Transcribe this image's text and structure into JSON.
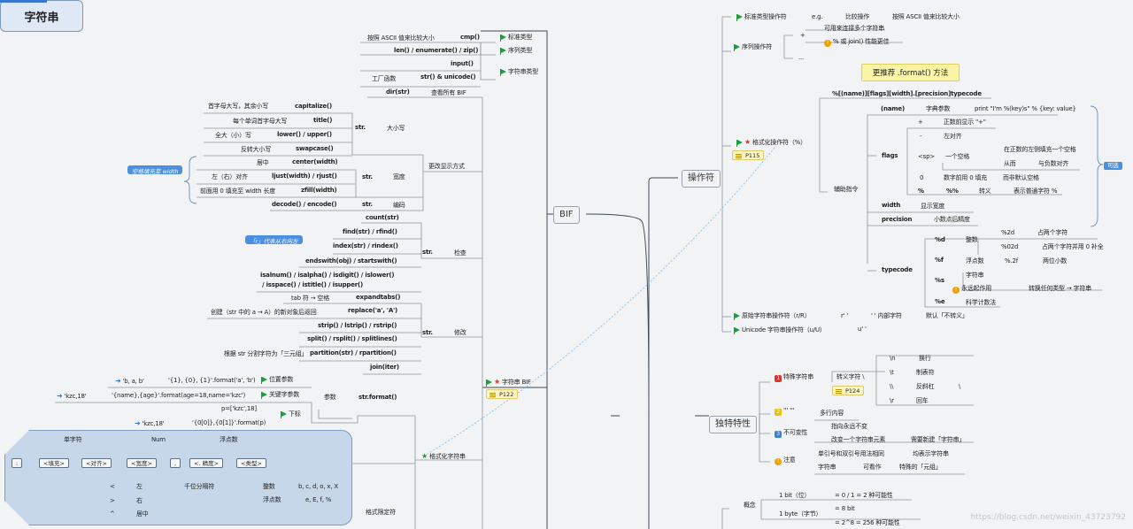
{
  "root": {
    "label": "字符串"
  },
  "bif": {
    "label": "BIF",
    "types": {
      "standard": "标准类型",
      "sequence": "序列类型",
      "string": "字符串类型",
      "cmp": "cmp()",
      "cmp_desc": "按照 ASCII 值来比较大小",
      "len": "len() / enumerate() / zip()",
      "input": "input()",
      "str_unicode": "str() & unicode()",
      "factory": "工厂函数",
      "dir": "dir(str)",
      "dir_desc": "查看所有 BIF"
    },
    "case": {
      "group": "大小写",
      "prefix": "str.",
      "capitalize": "capitalize()",
      "capitalize_desc": "首字母大写，其余小写",
      "title": "title()",
      "title_desc": "每个单词首字母大写",
      "lowerupper": "lower() / upper()",
      "lowerupper_desc": "全大（小）写",
      "swapcase": "swapcase()",
      "swapcase_desc": "反转大小写"
    },
    "width": {
      "group": "宽度",
      "prefix": "str.",
      "center": "center(width)",
      "center_desc": "居中",
      "just": "ljust(width) / rjust()",
      "just_desc": "左（右）对齐",
      "zfill": "zfill(width)",
      "zfill_desc": "前面用 0 填充至 width 长度",
      "callout": "空格填充至 width"
    },
    "encoding": {
      "group": "编码",
      "prefix": "str.",
      "decode": "decode() / encode()"
    },
    "display_group": "更改显示方式",
    "check": {
      "group": "检查",
      "prefix": "str.",
      "count": "count(str)",
      "find": "find(str) / rfind()",
      "index": "index(str) / rindex()",
      "ends": "endswith(obj) / startswith()",
      "isalnum": "isalnum() / isalpha() / isdigit() / islower()",
      "isspace": "/ isspace() / istitle() / isupper()",
      "callout": "「r」代表从右向左"
    },
    "modify": {
      "group": "修改",
      "prefix": "str.",
      "expandtabs": "expandtabs()",
      "expandtabs_desc": "tab 符 → 空格",
      "replace": "replace('a', 'A')",
      "replace_desc": "创建（str 中的 a → A）的新对象后返回",
      "strip": "strip() / lstrip() / rstrip()",
      "split": "split() / rsplit() / splitlines()",
      "partition": "partition(str) / rpartition()",
      "partition_desc": "根据 str 分割字符为「三元组」",
      "join": "join(iter)"
    },
    "string_bif": {
      "label": "字符串 BIF",
      "page": "P122"
    },
    "format": {
      "method": "str.format()",
      "params": "参数",
      "positional": "位置参数",
      "positional_ex1": "'b, a, b'",
      "positional_ex2": "'{1}, {0}, {1}'.format('a', 'b')",
      "keyword": "关键字参数",
      "keyword_ex1": "'kzc,18'",
      "keyword_ex2": "'{name},{age}'.format(age=18,name='kzc')",
      "subscript": "下标",
      "subscript_ex0": "p=['kzc',18]",
      "subscript_ex1": "'kzc,18'",
      "subscript_ex2": "'{0[0]},{0[1]}'.format(p)",
      "format_string": "格式化字符串",
      "spec": "格式限定符",
      "spec_labels": {
        "single": "单字符",
        "num": "Num",
        "float": "浮点数",
        "thousands": "千位分隔符"
      },
      "spec_boxes": [
        ":",
        "<填充>",
        "<对齐>",
        "<宽度>",
        ",",
        "<. 精度>",
        "<类型>"
      ],
      "align": [
        {
          "sym": "<",
          "desc": "左"
        },
        {
          "sym": ">",
          "desc": "右"
        },
        {
          "sym": "^",
          "desc": "居中"
        }
      ],
      "types": [
        {
          "name": "整数",
          "codes": "b, c, d, o, x, X"
        },
        {
          "name": "浮点数",
          "codes": "e, E, f, %"
        }
      ]
    }
  },
  "ops": {
    "label": "操作符",
    "standard": {
      "label": "标准类型操作符",
      "eg": "e.g.",
      "compare": "比较操作",
      "desc": "按照 ASCII 值来比较大小"
    },
    "sequence": {
      "label": "序列操作符",
      "plus": "+",
      "dots": "...",
      "concat": "可用来连接多个字符串",
      "join": "% 或 join() 性能更佳"
    },
    "tip": "更推荐 .format() 方法",
    "format": {
      "label": "格式化操作符（%）",
      "page": "P115",
      "pattern": "%[(name)][flags][width].[precision]typecode",
      "helper": "辅助指令",
      "optional": "可选",
      "name": "(name)",
      "name_desc": "字典参数",
      "name_ex": "print \"I'm %(key)s\" % {key: value}",
      "flags": "flags",
      "plus": "+",
      "plus_desc": "正数前显示 \"+\"",
      "minus": "-",
      "minus_desc": "左对齐",
      "sp": "<sp>",
      "sp_desc": "一个空格",
      "sp_a": "在正数的左侧填充一个空格",
      "sp_b": "从而",
      "sp_c": "与负数对齐",
      "zero": "0",
      "zero_desc": "数字前用 0 填充",
      "zero_b": "而非默认空格",
      "pct": "%",
      "pct2": "%%",
      "pct_desc": "转义",
      "pct_b": "表示普通字符 %",
      "width": "width",
      "width_desc": "显示宽度",
      "precision": "precision",
      "precision_desc": "小数点后精度",
      "typecode": "typecode",
      "d": "%d",
      "d_desc": "整数",
      "d_ex1": "%2d",
      "d_ex1_desc": "占两个字符",
      "d_ex2": "%02d",
      "d_ex2_desc": "占两个字符并用 0 补全",
      "f": "%f",
      "f_desc": "浮点数",
      "f_ex": "%.2f",
      "f_ex_desc": "两位小数",
      "s": "%s",
      "s_desc": "字符串",
      "s_note": "永远起作用",
      "s_note_desc": "转换任何类型 → 字符串",
      "e": "%e",
      "e_desc": "科学计数法"
    },
    "raw": {
      "label": "原始字符串操作符（r/R）",
      "ex": "r' '",
      "ex_desc": "' ' 内部字符",
      "desc": "默认「不转义」"
    },
    "unicode": {
      "label": "Unicode 字符串操作符（u/U）",
      "ex": "u' '"
    }
  },
  "unique": {
    "label": "独特特性",
    "special": {
      "label": "特殊字符串",
      "escape": "转义字符 \\",
      "page": "P124",
      "items": [
        {
          "code": "\\n",
          "desc": "换行"
        },
        {
          "code": "\\t",
          "desc": "制表符"
        },
        {
          "code": "\\\\",
          "desc": "反斜杠",
          "extra": "\\"
        },
        {
          "code": "\\r",
          "desc": "回车"
        }
      ]
    },
    "multiline": {
      "label": "''' '''",
      "desc": "多行内容"
    },
    "immutable": {
      "label": "不可变性",
      "a": "指向永远不变",
      "b": "改变一个字符串元素",
      "c": "需要新建「字符串」"
    },
    "note": {
      "label": "注意",
      "a": "单引号和双引号用法相同",
      "b": "均表示字符串",
      "c": "字符串",
      "d": "可看作",
      "e": "特殊的「元组」"
    }
  },
  "concept": {
    "label": "概念",
    "bit": "1 bit（位）",
    "bit_desc": "= 0 / 1 = 2 种可能性",
    "byte": "1 byte（字节）",
    "byte_desc": "= 8 bit",
    "byte_desc2": "= 2^8 = 256 种可能性"
  },
  "watermark": "https://blog.csdn.net/weixin_43723792"
}
